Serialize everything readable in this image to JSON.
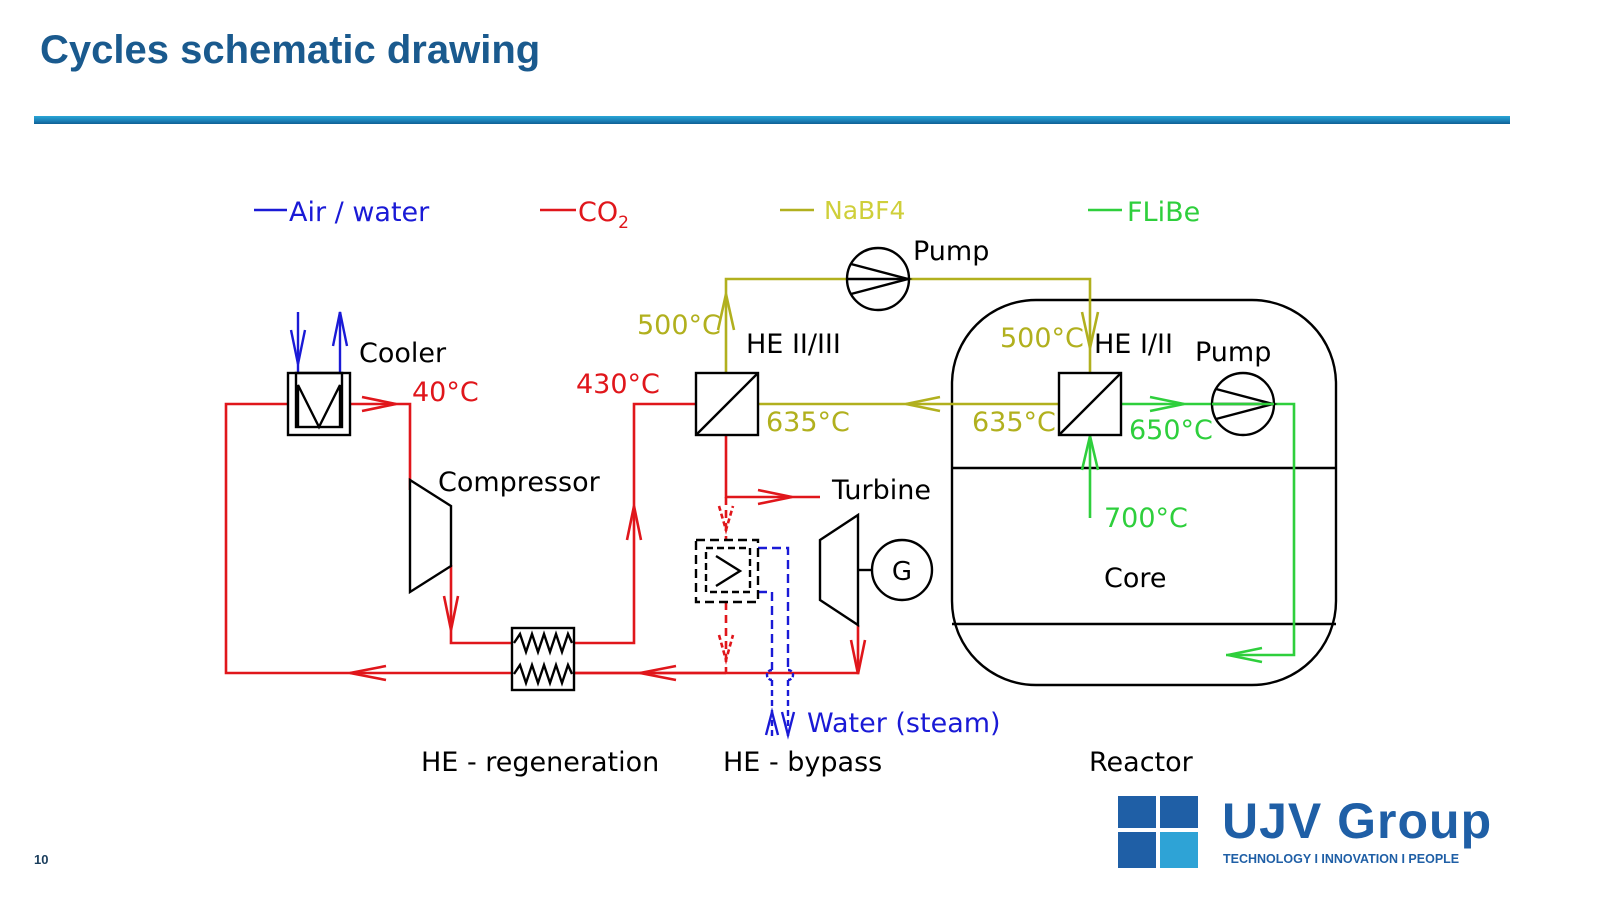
{
  "slide": {
    "title": "Cycles schematic drawing",
    "page_number": "10"
  },
  "legend": {
    "air_water": "Air / water",
    "co2_main": "CO",
    "co2_sub": "2",
    "nabf4": "NaBF4",
    "flibe": "FLiBe"
  },
  "labels": {
    "pump_top": "Pump",
    "pump_right": "Pump",
    "cooler": "Cooler",
    "compressor": "Compressor",
    "turbine": "Turbine",
    "generator": "G",
    "he_ii_iii": "HE II/III",
    "he_i_ii": "HE I/II",
    "core": "Core",
    "water_steam": "Water (steam)",
    "he_regeneration": "HE - regeneration",
    "he_bypass": "HE - bypass",
    "reactor": "Reactor"
  },
  "temperatures": {
    "t40": "40°C",
    "t430": "430°C",
    "t500_left": "500°C",
    "t500_right": "500°C",
    "t635_left": "635°C",
    "t635_right": "635°C",
    "t650": "650°C",
    "t700": "700°C"
  },
  "colors": {
    "air_water": "#1a1ad6",
    "co2": "#e0161b",
    "nabf4": "#b1b01e",
    "flibe": "#2ecf3c",
    "title": "#1a5a8e"
  },
  "logo": {
    "name": "UJV Group",
    "tagline": "TECHNOLOGY  I  INNOVATION  I  PEOPLE"
  }
}
